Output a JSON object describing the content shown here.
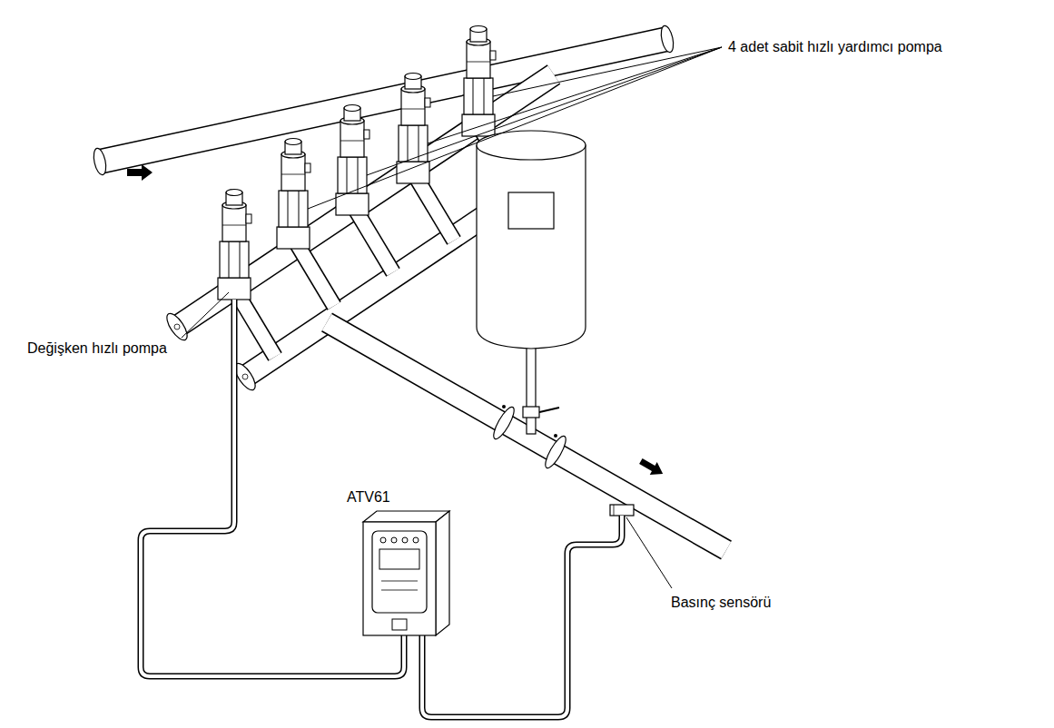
{
  "diagram": {
    "labels": [
      "4 adet sabit hızlı yardımcı pompa",
      "ATV61",
      "Değişken hızlı pompa",
      "Basınç sensörü"
    ]
  }
}
